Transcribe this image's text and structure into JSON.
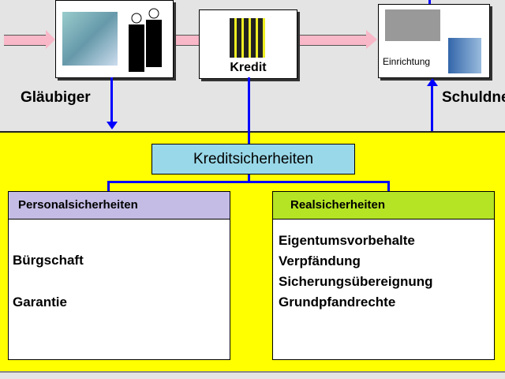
{
  "top": {
    "creditor_label": "Gläubiger",
    "credit_label": "Kredit",
    "debtor_label": "Schuldner",
    "facility_label": "Einrichtung"
  },
  "main": {
    "title": "Kreditsicherheiten",
    "personal": {
      "header": "Personalsicherheiten",
      "items": [
        "Bürgschaft",
        "Garantie"
      ]
    },
    "real": {
      "header": "Realsicherheiten",
      "items": [
        "Eigentumsvorbehalte",
        "Verpfändung",
        "Sicherungsübereignung",
        "Grundpfandrechte"
      ]
    }
  },
  "colors": {
    "yellow": "#ffff00",
    "title_box": "#99d8e8",
    "personal_header": "#c4bce4",
    "real_header": "#b4e424",
    "line": "#0000ff",
    "arrow": "#f8b8c8"
  }
}
